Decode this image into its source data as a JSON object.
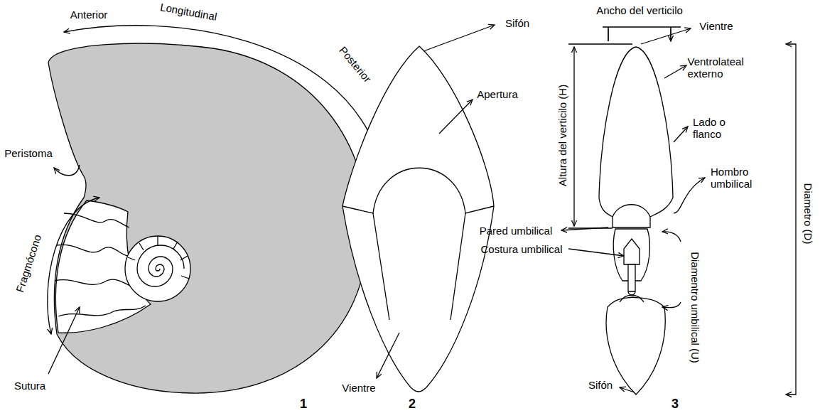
{
  "diagram": {
    "labels": [
      "Anterior",
      "Longitudinal",
      "Posterior",
      "Peristoma",
      "Fragmócono",
      "Sutura",
      "1",
      "Sifón",
      "Apertura",
      "Vientre",
      "2",
      "Ancho del verticilo",
      "Vientre",
      "Ventrolateal externo",
      "Lado o flanco",
      "Hombro umbilical",
      "Altura del verticilo (H)",
      "Pared umbilical",
      "Costura umbilical",
      "Diamentro umbilical (U)",
      "Diametro (D)",
      "Sifón",
      "3"
    ]
  }
}
